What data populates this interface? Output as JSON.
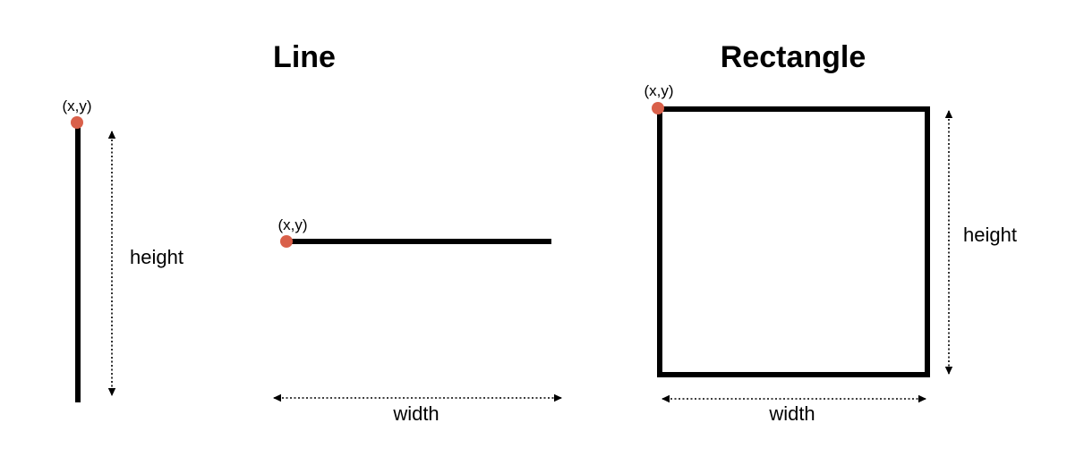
{
  "titles": {
    "line": "Line",
    "rectangle": "Rectangle"
  },
  "labels": {
    "vertical_line_origin": "(x,y)",
    "vertical_line_height": "height",
    "horizontal_line_origin": "(x,y)",
    "horizontal_line_width": "width",
    "rectangle_origin": "(x,y)",
    "rectangle_height": "height",
    "rectangle_width": "width"
  },
  "colors": {
    "origin_point": "#d9604a",
    "stroke": "#000000"
  }
}
